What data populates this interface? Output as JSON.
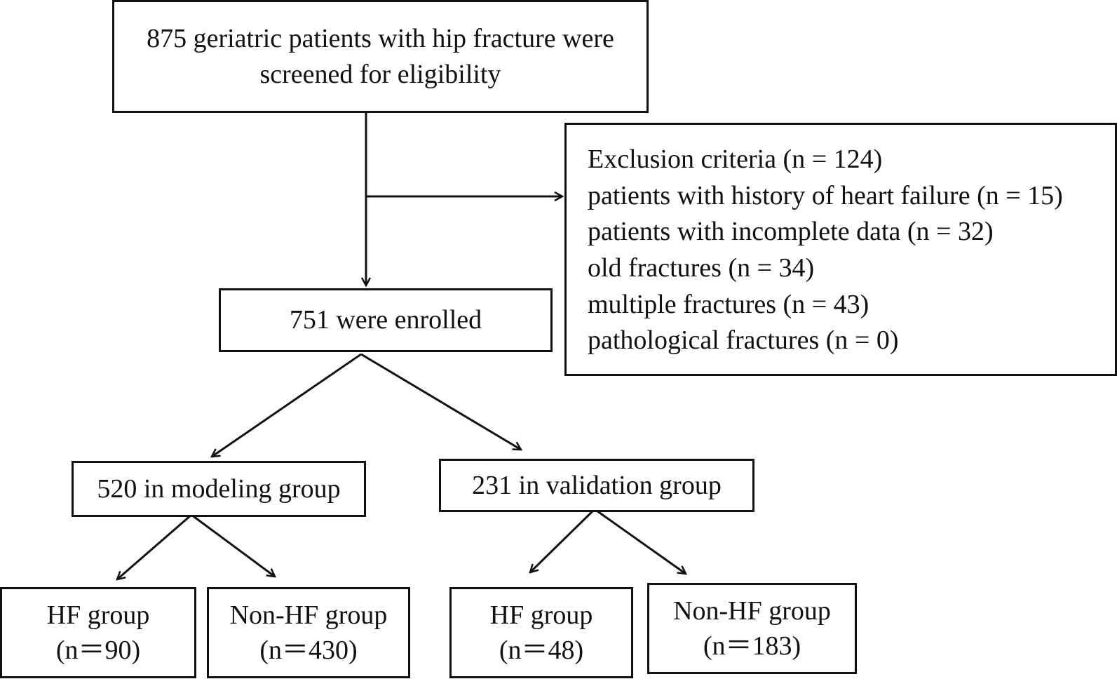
{
  "screening": {
    "line1": "875 geriatric patients with hip fracture were",
    "line2": "screened for eligibility"
  },
  "exclusion": {
    "title": "Exclusion criteria (n = 124)",
    "items": [
      "patients with history of heart failure (n = 15)",
      "patients with incomplete data (n = 32)",
      "old fractures (n = 34)",
      "multiple fractures (n = 43)",
      "pathological fractures (n = 0)"
    ]
  },
  "enrolled": {
    "label": "751 were enrolled"
  },
  "modeling": {
    "label": "520 in modeling group",
    "hf": {
      "name": "HF group",
      "count": "(n＝90)"
    },
    "non_hf": {
      "name": "Non-HF group",
      "count": "(n＝430)"
    }
  },
  "validation": {
    "label": "231 in validation group",
    "hf": {
      "name": "HF group",
      "count": "(n＝48)"
    },
    "non_hf": {
      "name": "Non-HF group",
      "count": "(n＝183)"
    }
  },
  "colors": {
    "line": "#111111",
    "background": "#ffffff"
  }
}
